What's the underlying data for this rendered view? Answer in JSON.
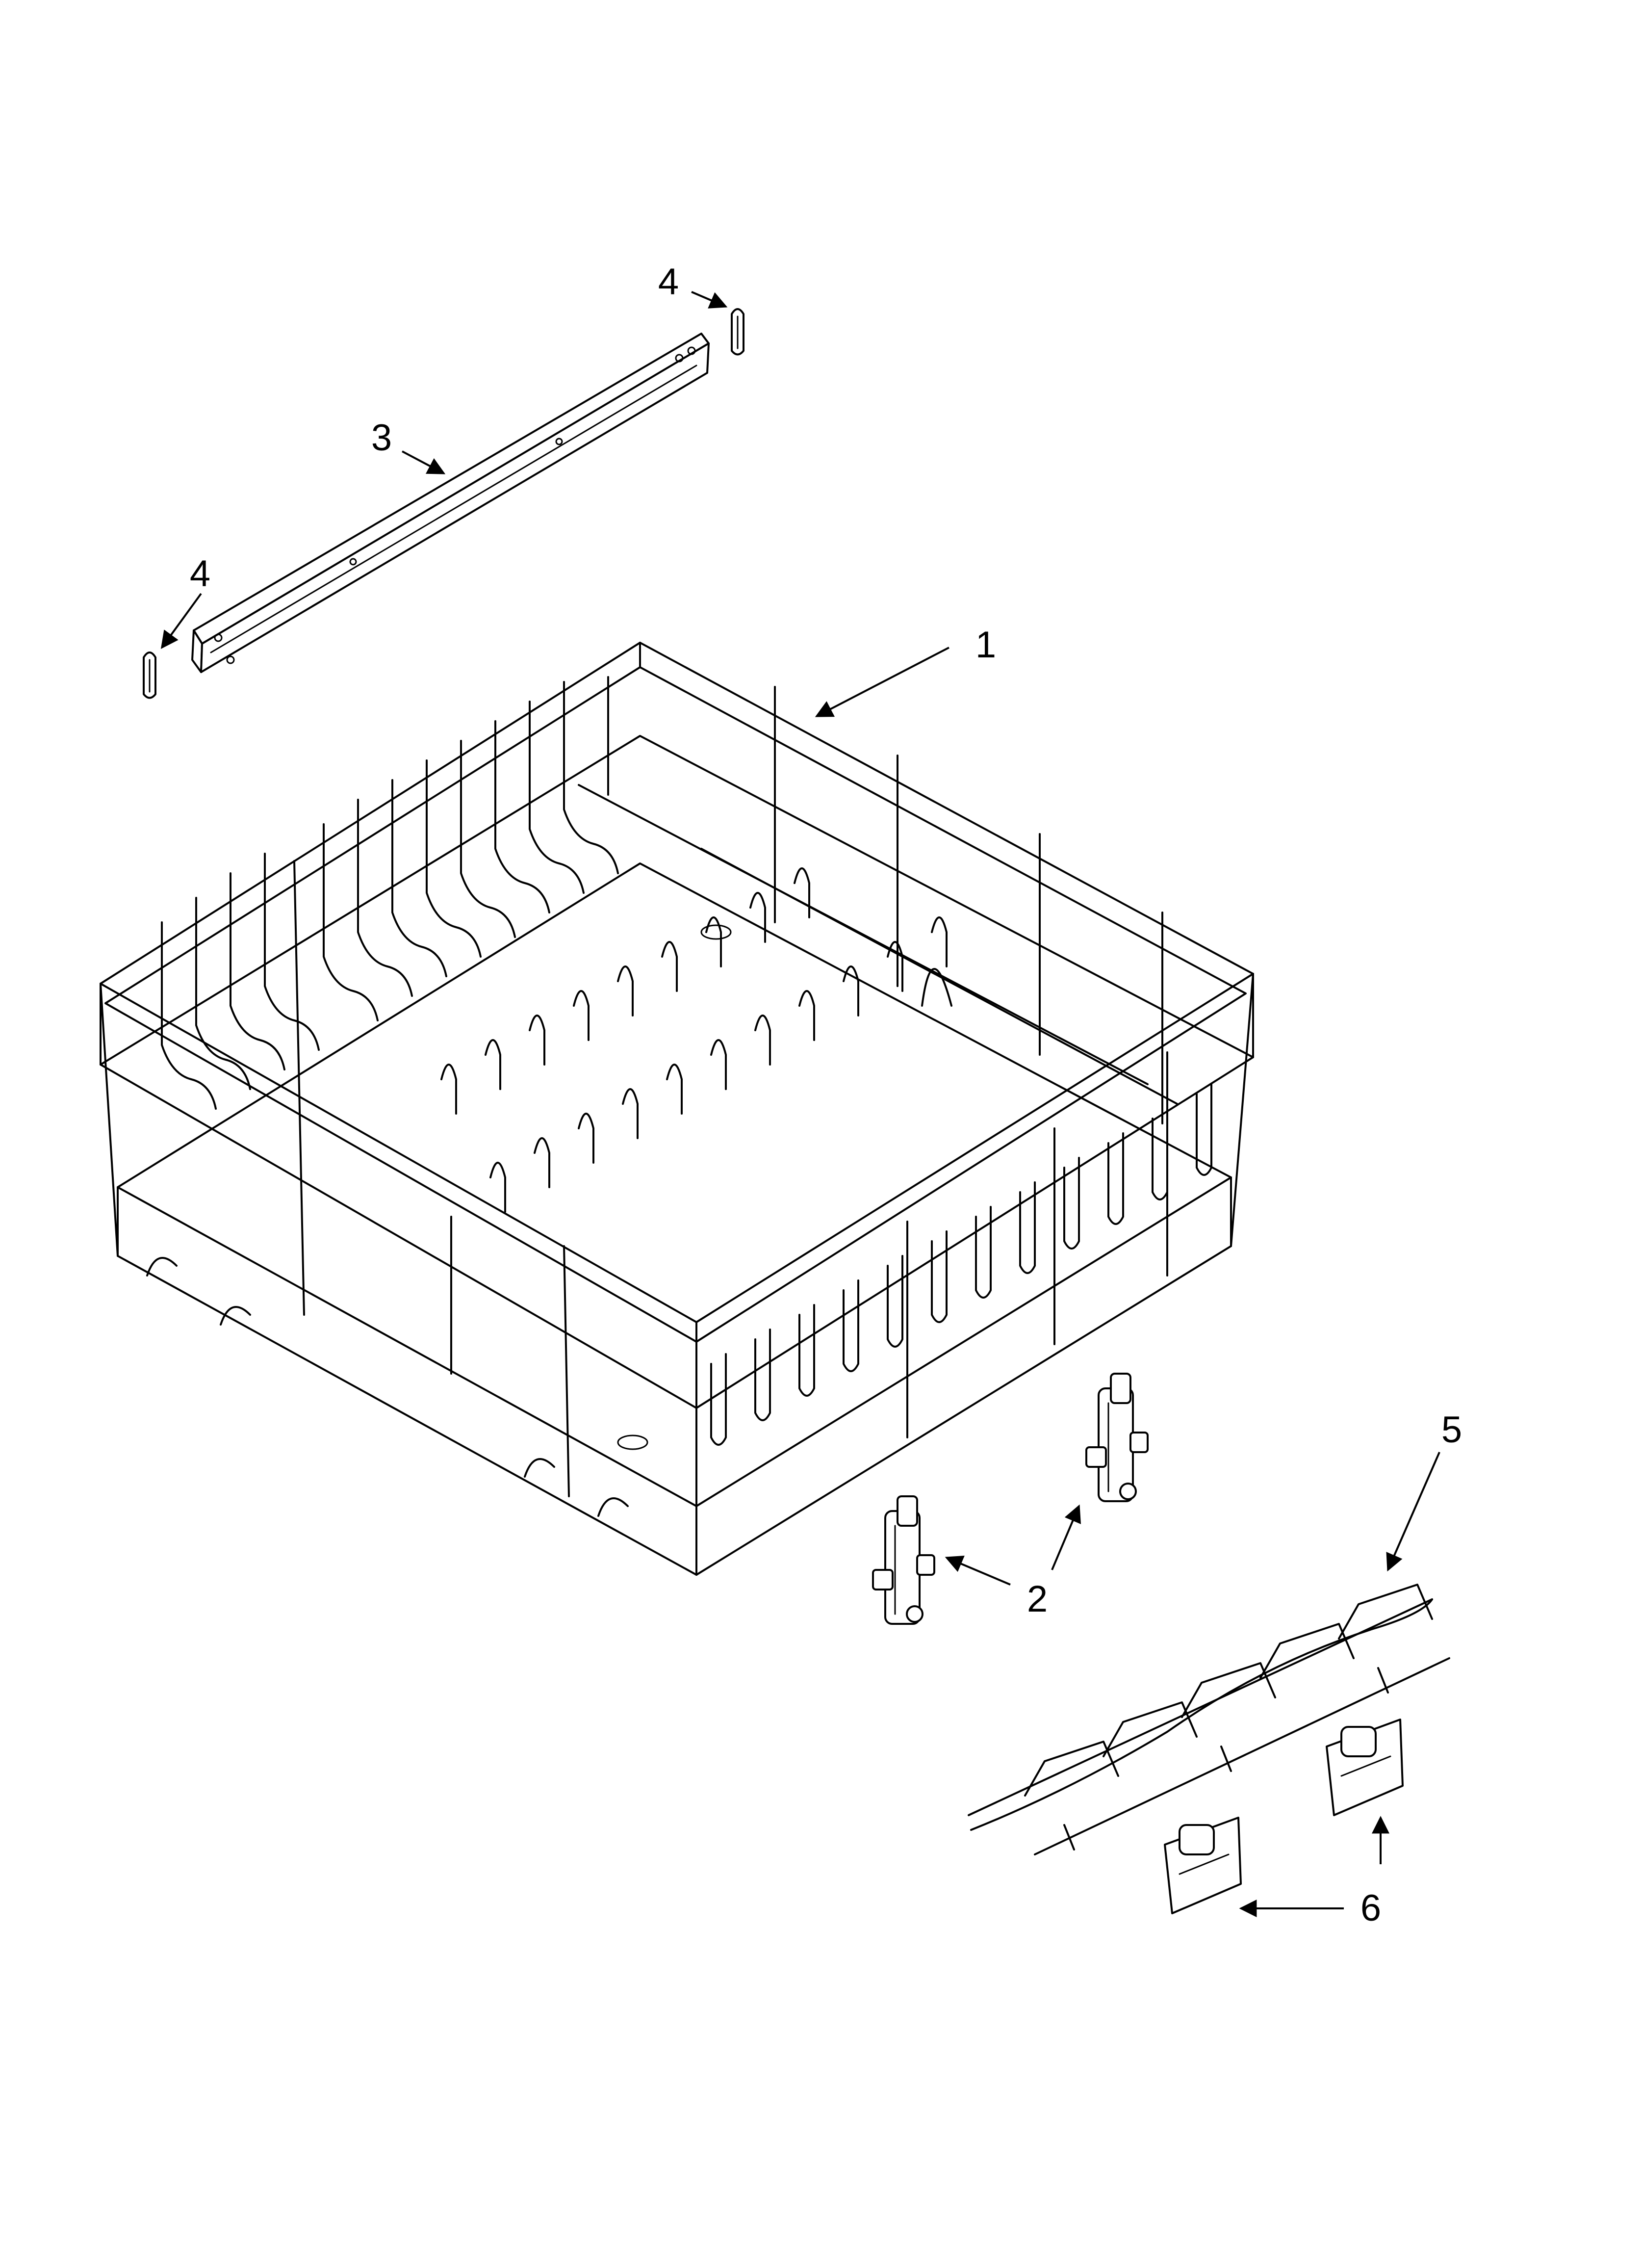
{
  "callouts": [
    {
      "id": "1",
      "text": "1"
    },
    {
      "id": "2",
      "text": "2"
    },
    {
      "id": "3",
      "text": "3"
    },
    {
      "id": "4a",
      "text": "4"
    },
    {
      "id": "4b",
      "text": "4"
    },
    {
      "id": "5",
      "text": "5"
    },
    {
      "id": "6",
      "text": "6"
    }
  ]
}
